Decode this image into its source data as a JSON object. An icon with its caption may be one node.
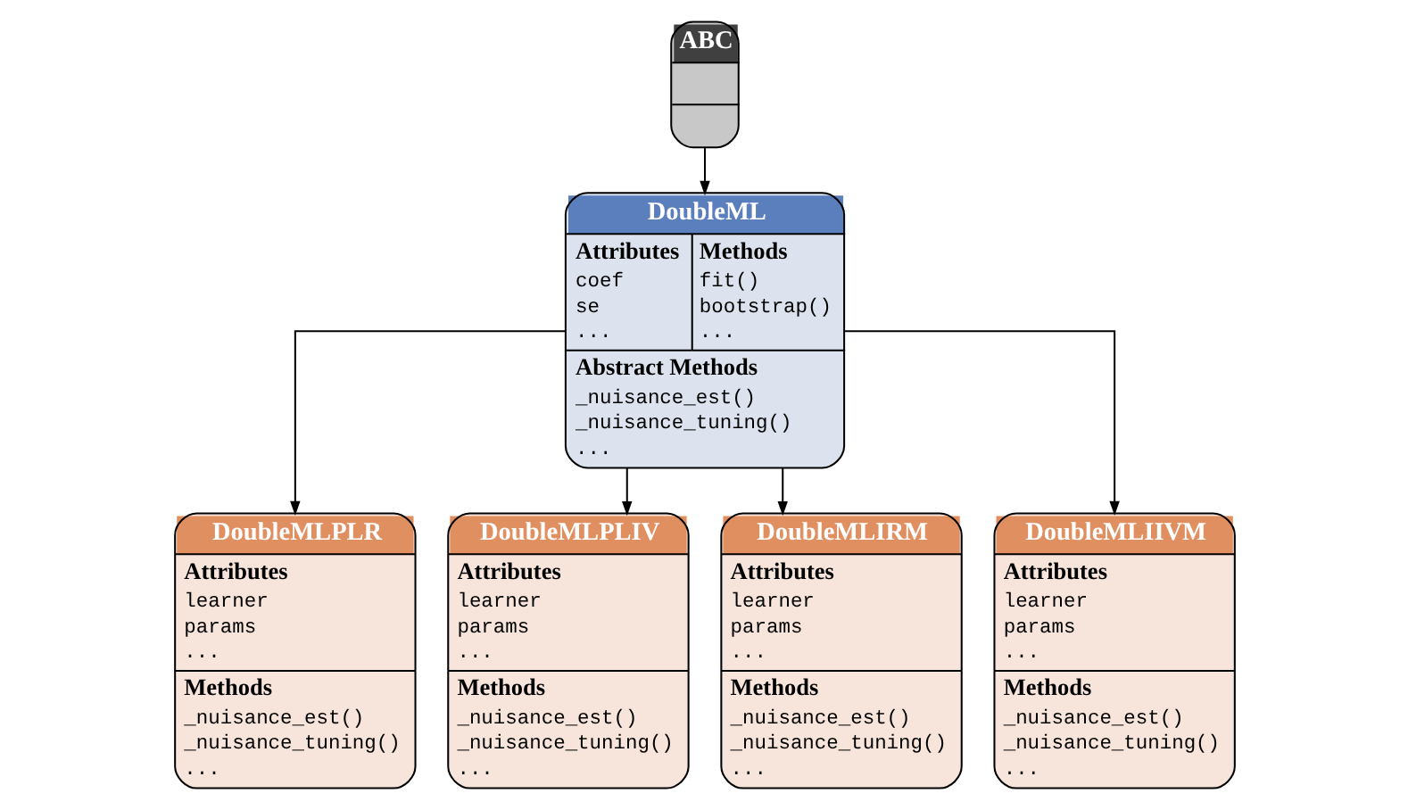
{
  "diagram": {
    "nodes": [
      {
        "text": [
          "ABC"
        ]
      },
      {
        "text": [
          "DoubleML",
          "Attributes",
          "coef",
          "se",
          "...",
          "Methods",
          "fit()",
          "bootstrap()",
          "...",
          "Abstract Methods",
          "_nuisance_est()",
          "_nuisance_tuning()",
          "..."
        ]
      },
      {
        "text": [
          "DoubleMLPLR",
          "Attributes",
          "learner",
          "params",
          "...",
          "Methods",
          "_nuisance_est()",
          "_nuisance_tuning()",
          "..."
        ]
      },
      {
        "text": [
          "DoubleMLPLIV",
          "Attributes",
          "learner",
          "params",
          "...",
          "Methods",
          "_nuisance_est()",
          "_nuisance_tuning()",
          "..."
        ]
      },
      {
        "text": [
          "DoubleMLIRM",
          "Attributes",
          "learner",
          "params",
          "...",
          "Methods",
          "_nuisance_est()",
          "_nuisance_tuning()",
          "..."
        ]
      },
      {
        "text": [
          "DoubleMLIIVM",
          "Attributes",
          "learner",
          "params",
          "...",
          "Methods",
          "_nuisance_est()",
          "_nuisance_tuning()",
          "..."
        ]
      }
    ],
    "edges": [
      {
        "from": 0,
        "to": 1,
        "arrow": "to"
      },
      {
        "from": 1,
        "to": 2,
        "arrow": "to"
      },
      {
        "from": 1,
        "to": 3,
        "arrow": "to"
      },
      {
        "from": 1,
        "to": 4,
        "arrow": "to"
      },
      {
        "from": 1,
        "to": 5,
        "arrow": "to"
      }
    ]
  }
}
